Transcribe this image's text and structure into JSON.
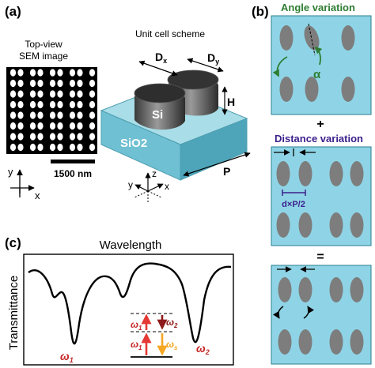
{
  "panel_a": {
    "label": "(a)",
    "sem_title_line1": "Top-view",
    "sem_title_line2": "SEM image",
    "scale_bar": "1500 nm",
    "axis_y": "y",
    "axis_x": "x",
    "unit_cell_title": "Unit cell scheme",
    "dim_dx": "D",
    "dim_dx_sub": "x",
    "dim_dy": "D",
    "dim_dy_sub": "y",
    "dim_h": "H",
    "dim_p": "P",
    "material_top": "Si",
    "material_substrate": "SiO2",
    "axis3d_z": "z",
    "axis3d_y": "y",
    "axis3d_x": "x"
  },
  "panel_b": {
    "label": "(b)",
    "angle_title": "Angle variation",
    "alpha": "α",
    "plus": "+",
    "distance_title": "Distance variation",
    "shift_label": "d×P/2",
    "equals": "="
  },
  "panel_c": {
    "label": "(c)",
    "xlabel": "Wavelength",
    "ylabel": "Transmittance",
    "omega1": "ω",
    "omega1_sub": "1",
    "omega2": "ω",
    "omega2_sub": "2",
    "inset_w1_a": "ω",
    "inset_w1_a_sub": "1",
    "inset_w1_b": "ω",
    "inset_w1_b_sub": "1",
    "inset_w2": "ω",
    "inset_w2_sub": "2",
    "inset_ws": "ω",
    "inset_ws_sub": "s"
  },
  "colors": {
    "tile": "#8fd4e6",
    "tile_border": "#2a7f92",
    "ellipse": "#7d7d7d",
    "substrate_top": "#a9dde7",
    "substrate_side": "#5fb6c9",
    "angle_title": "#2e7d32",
    "distance_title": "#3b1e8c",
    "alpha": "#2e7d32",
    "shift_label": "#3b1e8c",
    "omega": "#c62828",
    "up_arrow": "#e53935",
    "down_arrow_w2": "#8e1b1b",
    "down_arrow_ws": "#f5a623"
  }
}
